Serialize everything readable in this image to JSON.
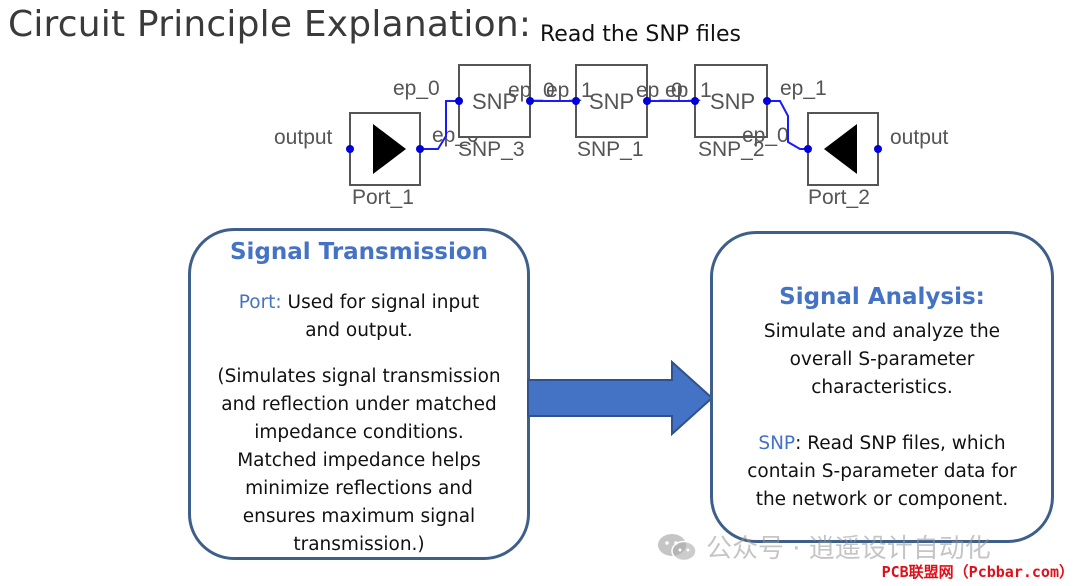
{
  "page": {
    "title": "Circuit Principle Explanation:",
    "circuit_caption": "Read the SNP files"
  },
  "schematic": {
    "port_1": {
      "name": "Port_1",
      "terminal": "output",
      "pin": "ep_0"
    },
    "port_2": {
      "name": "Port_2",
      "terminal": "output",
      "pin": "ep_0"
    },
    "snp_blocks": [
      {
        "name": "SNP_3",
        "glyph": "SNP",
        "pin_left": "ep_0",
        "pin_right": "ep_0"
      },
      {
        "name": "SNP_1",
        "glyph": "SNP",
        "pin_left": "ep_1",
        "pin_right": "ep_0"
      },
      {
        "name": "SNP_2",
        "glyph": "SNP",
        "pin_left": "ep_1",
        "pin_right": "ep_1"
      }
    ],
    "colors": {
      "wire": "#1a1aff",
      "node": "#0000dd",
      "box": "#555555",
      "port_triangle": "#000000"
    }
  },
  "left_card": {
    "title": "Signal Transmission",
    "port_label": "Port:",
    "port_line1": " Used for signal input",
    "port_line2": "and output.",
    "body_lines": [
      "(Simulates signal transmission",
      "and reflection under matched",
      "impedance conditions.",
      "Matched impedance helps",
      "minimize reflections and",
      "ensures maximum signal",
      "transmission.)"
    ]
  },
  "right_card": {
    "title": "Signal Analysis:",
    "desc_lines": [
      "Simulate and analyze the",
      "overall S-parameter",
      "characteristics."
    ],
    "snp_label": "SNP",
    "snp_line1": ": Read SNP files, which",
    "snp_lines": [
      "contain S-parameter data for",
      "the network or component."
    ]
  },
  "arrow": {
    "color": "#4472c4",
    "border": "#2f528f"
  },
  "colors": {
    "card_border": "#3d5f8a",
    "accent_text": "#4472c4"
  },
  "watermark": {
    "text": "公众号 · 逍遥设计自动化"
  },
  "footer": {
    "badge": "PCB联盟网（Pcbbar.com）"
  }
}
